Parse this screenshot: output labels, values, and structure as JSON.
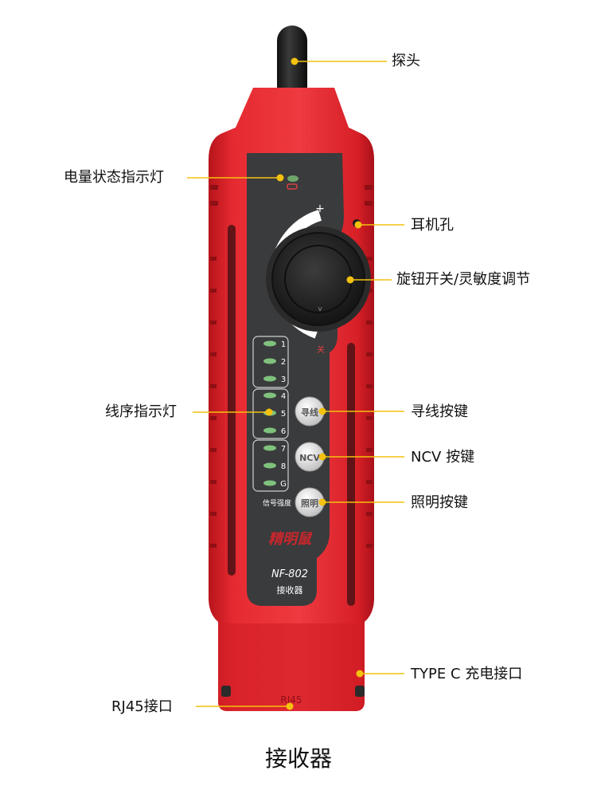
{
  "product": {
    "brand": "精明鼠",
    "model": "NF-802",
    "device_label": "接收器",
    "knob_plus": "+",
    "knob_off": "关",
    "signal_label": "信号强度",
    "port_label": "RJ45",
    "channels": [
      "1",
      "2",
      "3",
      "4",
      "5",
      "6",
      "7",
      "8",
      "G"
    ],
    "buttons": {
      "find": "寻线",
      "ncv": "NCV",
      "light": "照明"
    }
  },
  "callouts": {
    "probe": "探头",
    "battery_indicator": "电量状态指示灯",
    "earphone_jack": "耳机孔",
    "knob": "旋钮开关/灵敏度调节",
    "wire_indicator": "线序指示灯",
    "find_button": "寻线按键",
    "ncv_button": "NCV 按键",
    "light_button": "照明按键",
    "typec_port": "TYPE C 充电接口",
    "rj45_port": "RJ45接口"
  },
  "caption": "接收器",
  "colors": {
    "body_red": "#e5252d",
    "panel_dark": "#3a3b3d",
    "callout_dot": "#f4c10f",
    "led_green": "#7fc27d"
  }
}
